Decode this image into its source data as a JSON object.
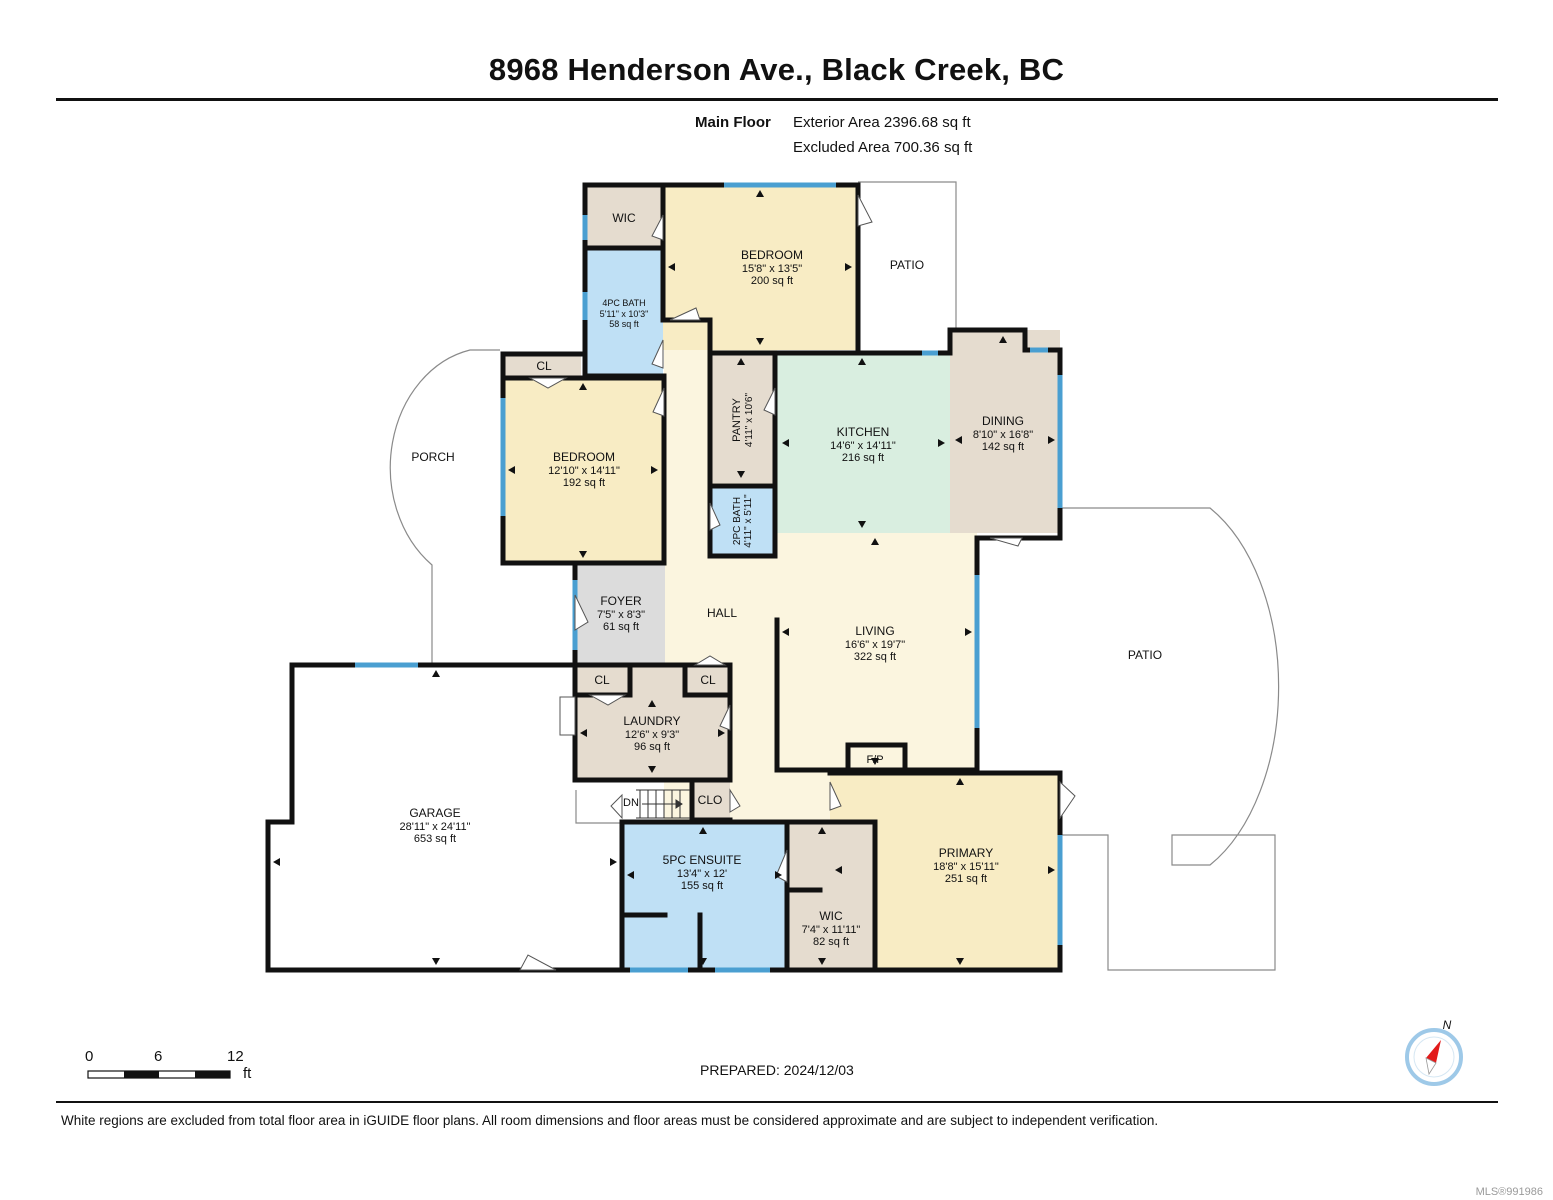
{
  "title": "8968 Henderson Ave., Black Creek, BC",
  "floor": {
    "name": "Main Floor",
    "exterior_area": "Exterior Area 2396.68 sq ft",
    "excluded_area": "Excluded Area 700.36 sq ft"
  },
  "rooms": {
    "bedroom1": {
      "name": "BEDROOM",
      "dims": "15'8\" x 13'5\"",
      "area": "200 sq ft"
    },
    "bedroom2": {
      "name": "BEDROOM",
      "dims": "12'10\" x 14'11\"",
      "area": "192 sq ft"
    },
    "bath4": {
      "name": "4PC BATH",
      "dims": "5'11\" x 10'3\"",
      "area": "58 sq ft"
    },
    "wic_top": {
      "name": "WIC"
    },
    "cl_bed": {
      "name": "CL"
    },
    "pantry": {
      "name": "PANTRY",
      "dims": "4'11\" x 10'6\""
    },
    "bath2": {
      "name": "2PC BATH",
      "dims": "4'11\" x 5'11\""
    },
    "kitchen": {
      "name": "KITCHEN",
      "dims": "14'6\" x 14'11\"",
      "area": "216 sq ft"
    },
    "dining": {
      "name": "DINING",
      "dims": "8'10\" x 16'8\"",
      "area": "142 sq ft"
    },
    "foyer": {
      "name": "FOYER",
      "dims": "7'5\" x 8'3\"",
      "area": "61 sq ft"
    },
    "hall": {
      "name": "HALL"
    },
    "living": {
      "name": "LIVING",
      "dims": "16'6\" x 19'7\"",
      "area": "322 sq ft"
    },
    "fp": {
      "name": "F/P"
    },
    "laundry": {
      "name": "LAUNDRY",
      "dims": "12'6\" x 9'3\"",
      "area": "96 sq ft"
    },
    "cl_laundry1": {
      "name": "CL"
    },
    "cl_laundry2": {
      "name": "CL"
    },
    "clo": {
      "name": "CLO"
    },
    "dn": {
      "name": "DN"
    },
    "garage": {
      "name": "GARAGE",
      "dims": "28'11\" x 24'11\"",
      "area": "653 sq ft"
    },
    "ensuite": {
      "name": "5PC ENSUITE",
      "dims": "13'4\" x 12'",
      "area": "155 sq ft"
    },
    "wic_primary": {
      "name": "WIC",
      "dims": "7'4\" x 11'11\"",
      "area": "82 sq ft"
    },
    "primary": {
      "name": "PRIMARY",
      "dims": "18'8\" x 15'11\"",
      "area": "251 sq ft"
    },
    "patio_top": {
      "name": "PATIO"
    },
    "patio_right": {
      "name": "PATIO"
    },
    "porch": {
      "name": "PORCH"
    }
  },
  "scale": {
    "ticks": [
      "0",
      "6",
      "12"
    ],
    "unit": "ft"
  },
  "compass": {
    "label": "N"
  },
  "prepared": "PREPARED: 2024/12/03",
  "disclaimer": "White regions are excluded from total floor area in iGUIDE floor plans. All room dimensions and floor areas must be considered approximate and are subject to independent verification.",
  "mls": "MLS®991986",
  "colors": {
    "bedroom": "#f8ecc4",
    "bath": "#bfe0f5",
    "utility": "#e5dccf",
    "kitchen": "#d9eee0",
    "foyer": "#dcdcdc",
    "hall": "#fbf5df",
    "wall": "#111111",
    "window": "#4a9fd1",
    "compass": "#e21b1b"
  }
}
